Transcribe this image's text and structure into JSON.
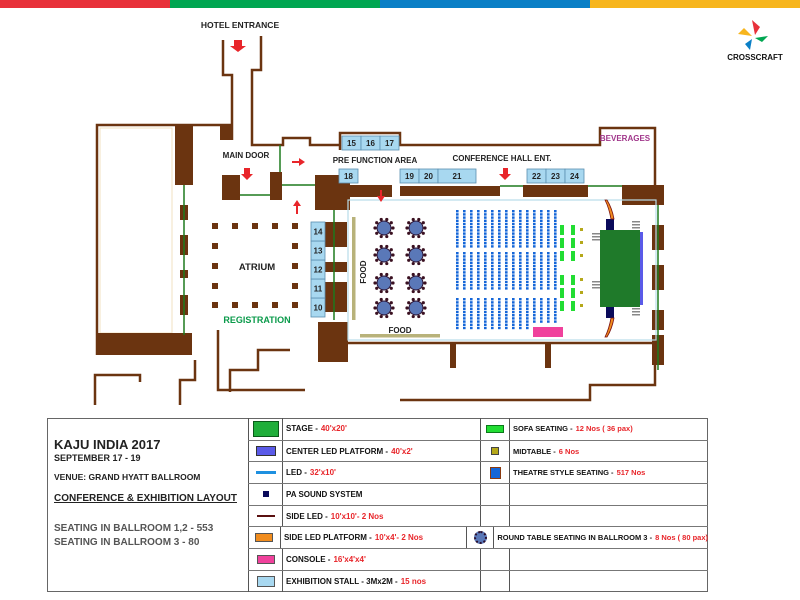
{
  "colors": {
    "wall": "#6b3410",
    "glass": "#1e7a1e",
    "stall": "#a8d8f0",
    "stage": "#1f7a2a",
    "arrow": "#e8252a",
    "seat": "#1566d8",
    "sofa": "#22dd33",
    "midtable": "#b5a81a",
    "console": "#f0419c",
    "food": "#b8b27a"
  },
  "top_bar": [
    "#e8313a",
    "#00a651",
    "#0a7fc6",
    "#f7b51d"
  ],
  "logo": {
    "name": "CROSSCRAFT"
  },
  "map": {
    "hotel_entrance": "HOTEL ENTRANCE",
    "main_door": "MAIN DOOR",
    "atrium": "ATRIUM",
    "registration": "REGISTRATION",
    "pre_function": "PRE FUNCTION AREA",
    "conference_ent": "CONFERENCE HALL ENT.",
    "beverages": "BEVERAGES",
    "food_vertical": "FOOD",
    "food_horizontal": "FOOD",
    "stalls": [
      "10",
      "11",
      "12",
      "13",
      "14",
      "15",
      "16",
      "17",
      "18",
      "19",
      "20",
      "21",
      "22",
      "23",
      "24"
    ]
  },
  "legend": {
    "title": "KAJU INDIA 2017",
    "dates": "SEPTEMBER 17 - 19",
    "venue": "VENUE: GRAND HYATT BALLROOM",
    "layout": "CONFERENCE & EXHIBITION LAYOUT",
    "seating1": "SEATING IN BALLROOM 1,2 - 553",
    "seating2": "SEATING IN BALLROOM 3 - 80",
    "items_left": [
      {
        "label": "STAGE -",
        "value": "40'x20'"
      },
      {
        "label": "CENTER LED PLATFORM -",
        "value": "40'x2'"
      },
      {
        "label": "LED -",
        "value": "32'x10'"
      },
      {
        "label": "PA SOUND SYSTEM",
        "value": ""
      },
      {
        "label": "SIDE LED -",
        "value": "10'x10'- 2 Nos"
      },
      {
        "label": "SIDE LED PLATFORM -",
        "value": "10'x4'- 2 Nos"
      },
      {
        "label": "CONSOLE -",
        "value": "16'x4'x4'"
      },
      {
        "label": "EXHIBITION STALL - 3Mx2M -",
        "value": "15 nos"
      }
    ],
    "items_right": [
      {
        "label": "SOFA SEATING -",
        "value": "12 Nos ( 36 pax)"
      },
      {
        "label": "MIDTABLE -",
        "value": "6 Nos"
      },
      {
        "label": "THEATRE STYLE SEATING -",
        "value": "517 Nos"
      },
      {
        "label": "",
        "value": ""
      },
      {
        "label": "",
        "value": ""
      },
      {
        "label": "ROUND TABLE SEATING IN BALLROOM 3 -",
        "value": "8 Nos ( 80 pax)"
      },
      {
        "label": "",
        "value": ""
      },
      {
        "label": "",
        "value": ""
      }
    ]
  }
}
